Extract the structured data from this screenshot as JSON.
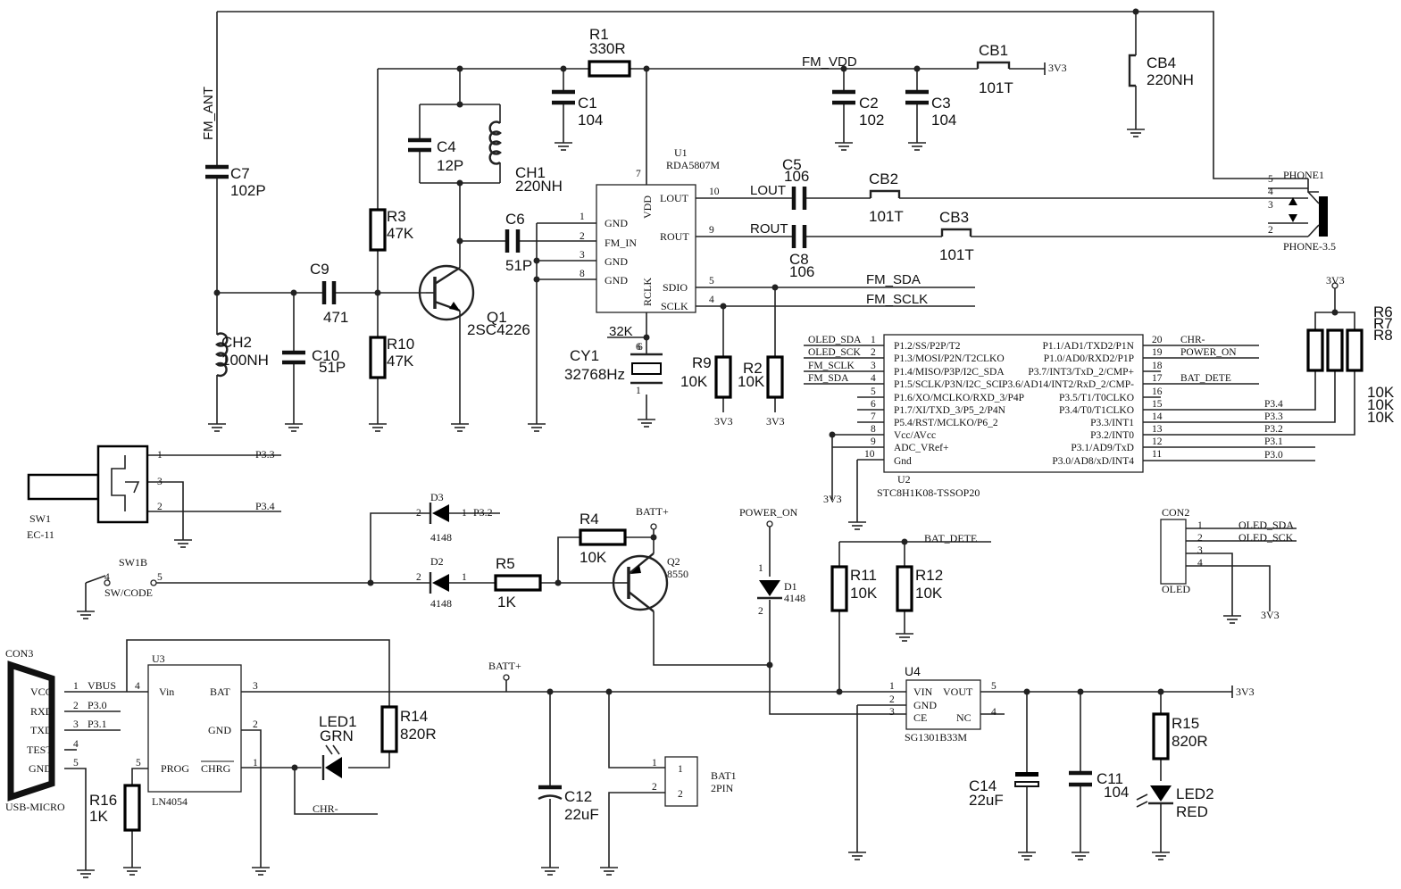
{
  "parts": [
    {
      "ref": "R1",
      "value": "330R"
    },
    {
      "ref": "C1",
      "value": "104"
    },
    {
      "ref": "C2",
      "value": "102"
    },
    {
      "ref": "C3",
      "value": "104"
    },
    {
      "ref": "CB1",
      "value": "101T"
    },
    {
      "ref": "CB4",
      "value": "220NH"
    },
    {
      "ref": "C4",
      "value": "12P"
    },
    {
      "ref": "CH1",
      "value": "220NH"
    },
    {
      "ref": "C7",
      "value": "102P"
    },
    {
      "ref": "R3",
      "value": "47K"
    },
    {
      "ref": "R10",
      "value": "47K"
    },
    {
      "ref": "C9",
      "value": "471"
    },
    {
      "ref": "C10",
      "value": "51P"
    },
    {
      "ref": "CH2",
      "value": "100NH"
    },
    {
      "ref": "Q1",
      "value": "2SC4226"
    },
    {
      "ref": "C6",
      "value": "51P"
    },
    {
      "ref": "CY1",
      "value": "32768Hz"
    },
    {
      "ref": "C5",
      "value": "106"
    },
    {
      "ref": "C8",
      "value": "106"
    },
    {
      "ref": "CB2",
      "value": "101T"
    },
    {
      "ref": "CB3",
      "value": "101T"
    },
    {
      "ref": "R9",
      "value": "10K"
    },
    {
      "ref": "R2",
      "value": "10K"
    },
    {
      "ref": "R4",
      "value": "10K"
    },
    {
      "ref": "R5",
      "value": "1K"
    },
    {
      "ref": "R11",
      "value": "10K"
    },
    {
      "ref": "R12",
      "value": "10K"
    },
    {
      "ref": "R14",
      "value": "820R"
    },
    {
      "ref": "R15",
      "value": "820R"
    },
    {
      "ref": "R16",
      "value": "1K"
    },
    {
      "ref": "C12",
      "value": "22uF"
    },
    {
      "ref": "C14",
      "value": "22uF"
    },
    {
      "ref": "C11",
      "value": "104"
    },
    {
      "ref": "LED1",
      "value": "GRN"
    },
    {
      "ref": "LED2",
      "value": "RED"
    },
    {
      "ref": "D1",
      "value": "4148"
    },
    {
      "ref": "D2",
      "value": "4148"
    },
    {
      "ref": "D3",
      "value": "4148"
    },
    {
      "ref": "Q2",
      "value": "8550"
    },
    {
      "ref": "U3",
      "value": "LN4054"
    },
    {
      "ref": "U4",
      "value": "SG1301B33M"
    },
    {
      "ref": "BAT1",
      "value": "2PIN"
    },
    {
      "ref": "SW1",
      "value": "EC-11"
    },
    {
      "ref": "SW1B",
      "value": "SW/CODE"
    },
    {
      "ref": "CON2",
      "value": "OLED"
    },
    {
      "ref": "CON3",
      "value": "USB-MICRO"
    },
    {
      "ref": "PHONE1",
      "value": "PHONE-3.5"
    },
    {
      "ref": "U1",
      "value": "RDA5807M"
    },
    {
      "ref": "U2",
      "value": "STC8H1K08-TSSOP20"
    }
  ],
  "rpack": {
    "refs": [
      "R6",
      "R7",
      "R8"
    ],
    "values": [
      "10K",
      "10K",
      "10K"
    ]
  },
  "nets": {
    "fm_vdd": "FM_VDD",
    "fm_ant": "FM_ANT",
    "lout": "LOUT",
    "rout": "ROUT",
    "fm_sda": "FM_SDA",
    "fm_sclk": "FM_SCLK",
    "v33": "3V3",
    "batt": "BATT+",
    "power_on": "POWER_ON",
    "bat_dete": "BAT_DETE",
    "chr": "CHR-",
    "vbus": "VBUS",
    "p30": "P3.0",
    "p31": "P3.1",
    "p32": "P3.2",
    "p33": "P3.3",
    "p34": "P3.4",
    "k32": "32K"
  },
  "u1_pins": [
    "GND",
    "FM_IN",
    "GND",
    "GND",
    "VDD",
    "RCLK",
    "LOUT",
    "ROUT",
    "SDIO",
    "SCLK"
  ],
  "u2": {
    "left_pins": [
      "P1.2/SS/P2P/T2",
      "P1.3/MOSI/P2N/T2CLKO",
      "P1.4/MISO/P3P/I2C_SDA",
      "P1.5/SCLK/P3N/I2C_SCL",
      "P1.6/XO/MCLKO/RXD_3/P4P",
      "P1.7/XI/TXD_3/P5_2/P4N",
      "P5.4/RST/MCLKO/P6_2",
      "Vcc/AVcc",
      "ADC_VRef+",
      "Gnd"
    ],
    "right_pins": [
      "P1.1/AD1/TXD2/P1N",
      "P1.0/AD0/RXD2/P1P",
      "P3.7/INT3/TxD_2/CMP+",
      "P3.6/AD14/INT2/RxD_2/CMP-",
      "P3.5/T1/T0CLKO",
      "P3.4/T0/T1CLKO",
      "P3.3/INT1",
      "P3.2/INT0",
      "P3.1/AD9/TxD",
      "P3.0/AD8/xD/INT4"
    ],
    "left_nets": [
      "OLED_SDA",
      "OLED_SCK",
      "FM_SCLK",
      "FM_SDA"
    ],
    "right_nets": [
      "CHR-",
      "POWER_ON",
      "",
      "BAT_DETE",
      "",
      "P3.4",
      "P3.3",
      "P3.2",
      "P3.1",
      "P3.0"
    ]
  },
  "u3_pins": [
    "Vin",
    "BAT",
    "GND",
    "PROG",
    "CHRG"
  ],
  "u4_pins": [
    "VIN",
    "GND",
    "CE",
    "VOUT",
    "NC"
  ],
  "con3_pins": [
    "VCC",
    "RXD",
    "TXD",
    "TEST",
    "GND"
  ],
  "con2_nets": [
    "OLED_SDA",
    "OLED_SCK"
  ]
}
